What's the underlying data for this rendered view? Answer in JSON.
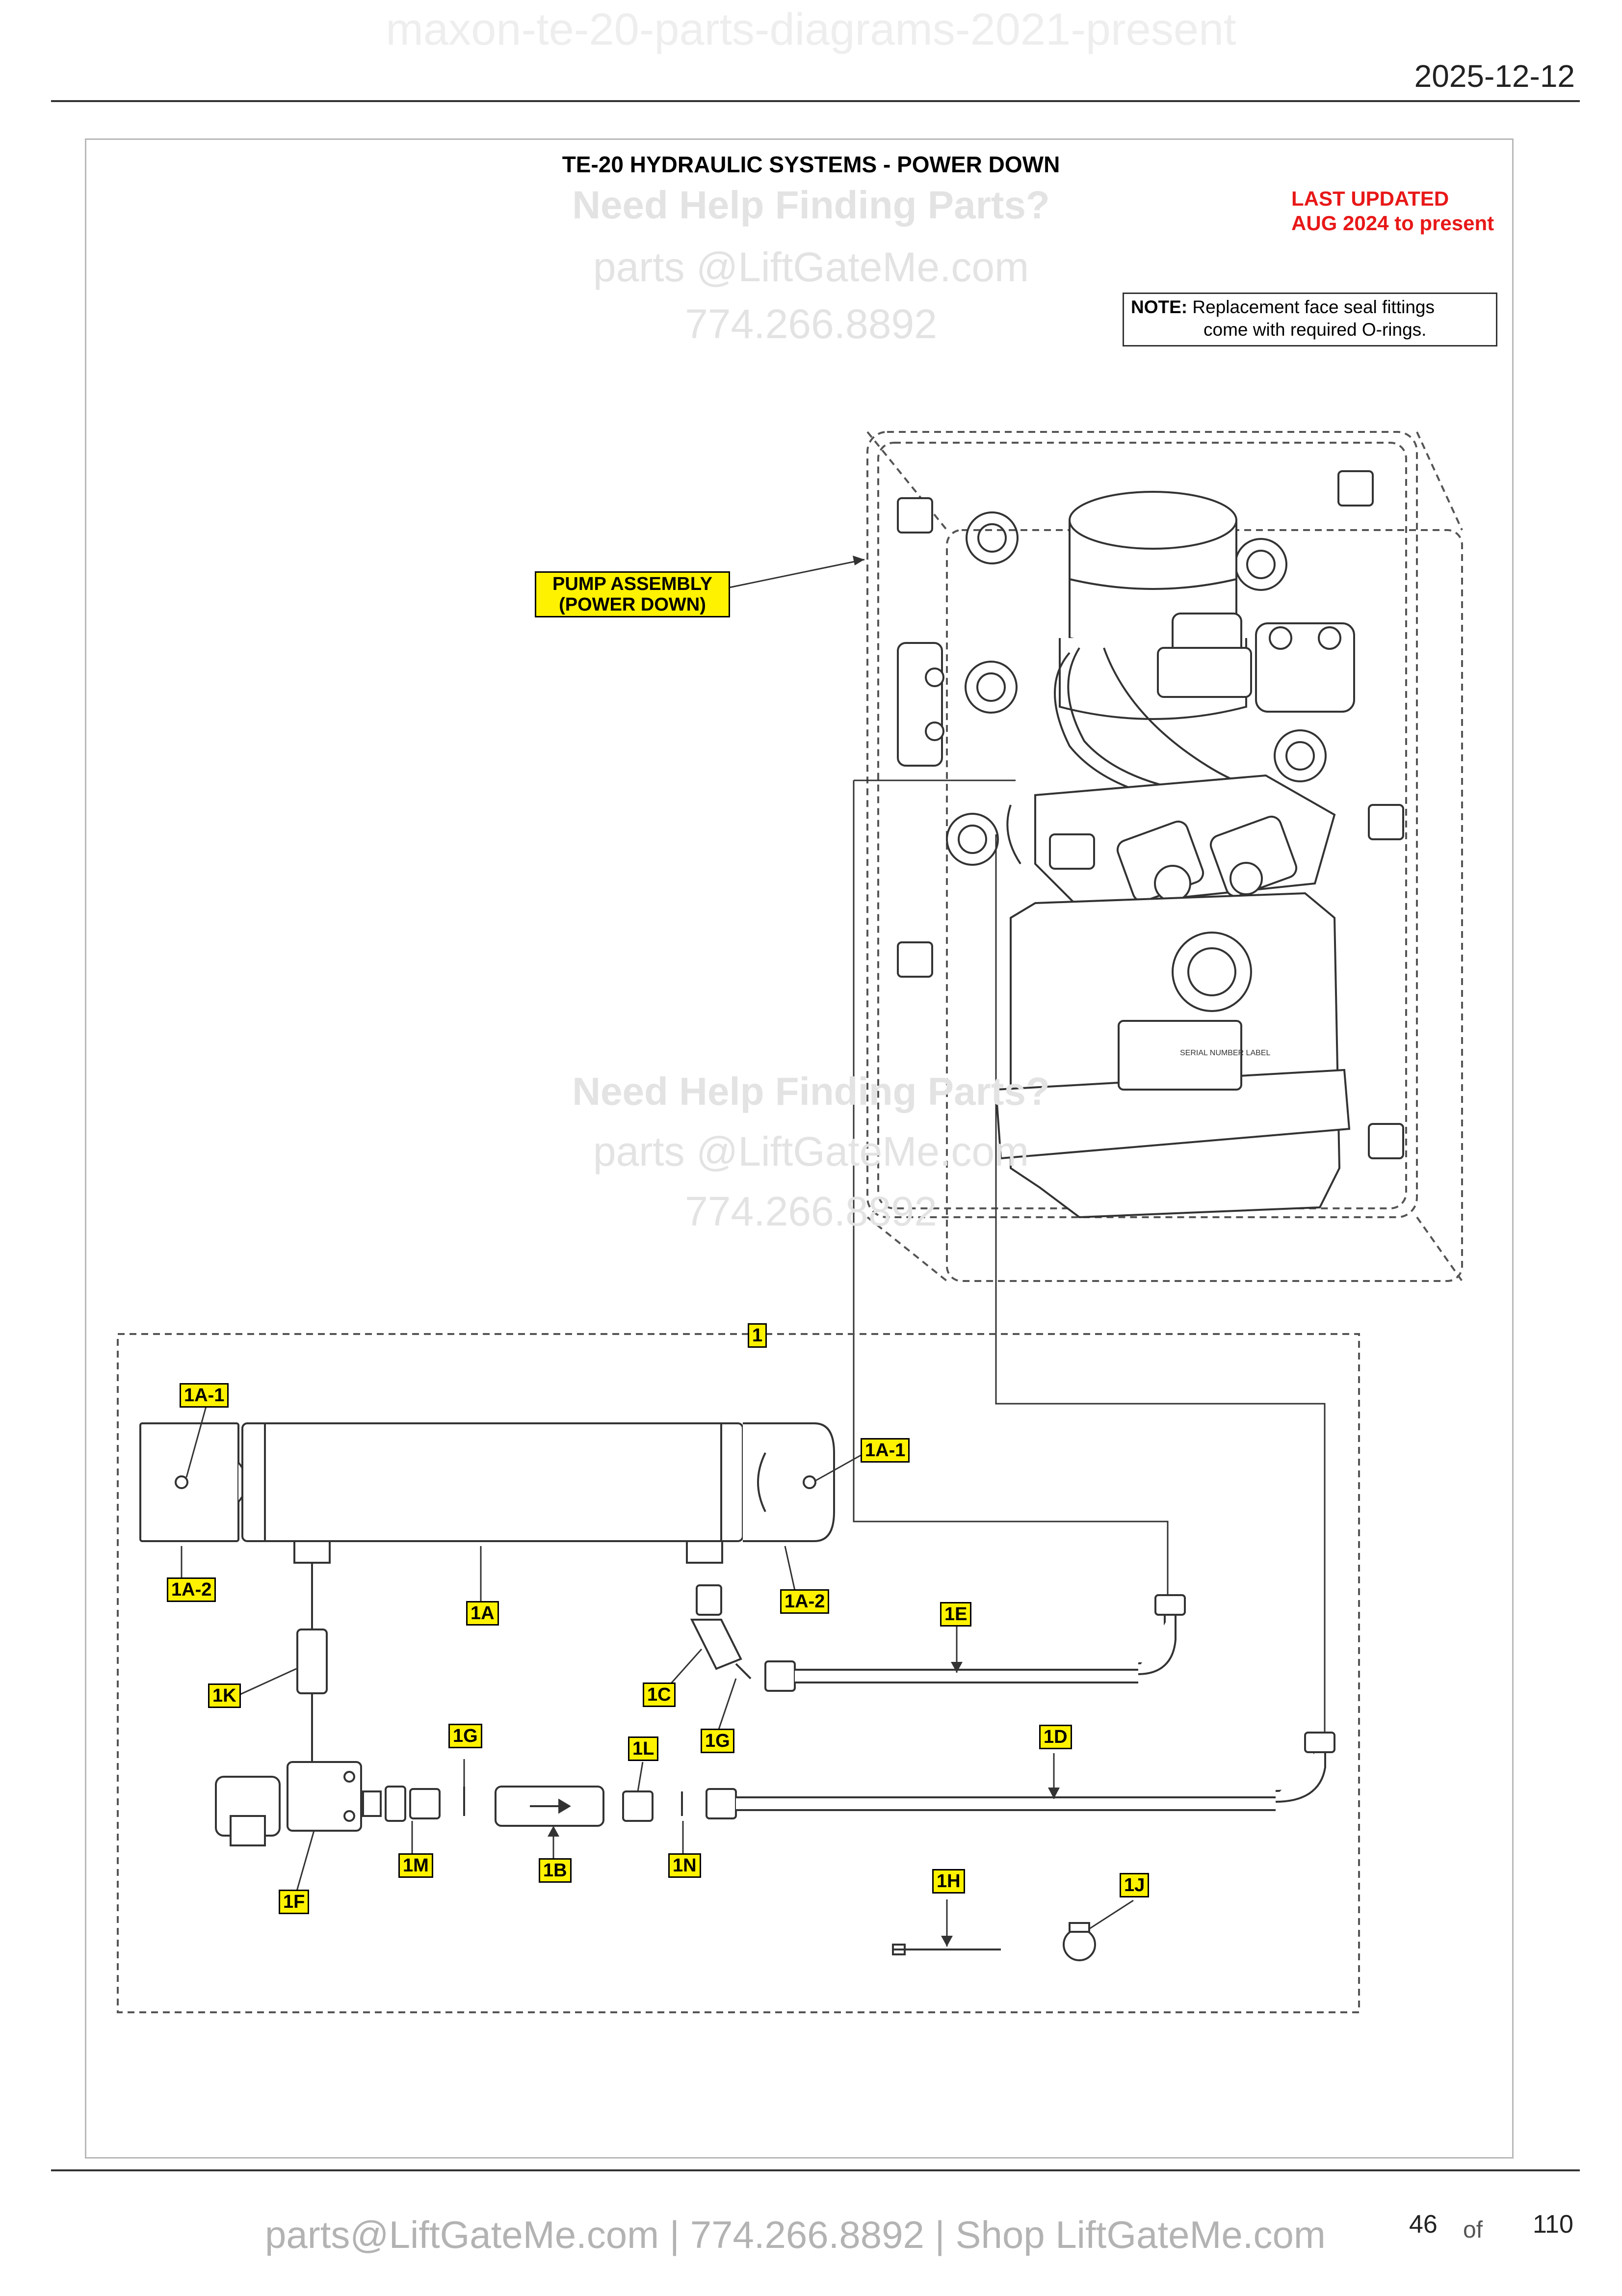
{
  "header": {
    "watermark": "maxon-te-20-parts-diagrams-2021-present",
    "date": "2025-12-12"
  },
  "diagram": {
    "title": "TE-20 HYDRAULIC SYSTEMS - POWER DOWN",
    "watermark_help": "Need Help Finding Parts?",
    "watermark_email": "parts @LiftGateMe.com",
    "watermark_phone": "774.266.8892",
    "last_updated": {
      "line1": "LAST UPDATED",
      "line2": "AUG 2024 to present"
    },
    "note": {
      "label": "NOTE:",
      "line1": "Replacement face seal fittings",
      "line2": "come with required O-rings."
    },
    "pump_label": {
      "line1": "PUMP ASSEMBLY",
      "line2": "(POWER DOWN)"
    },
    "serial_label": "SERIAL NUMBER LABEL",
    "callouts": {
      "c1": "1",
      "c1A1_left": "1A-1",
      "c1A1_right": "1A-1",
      "c1A2_left": "1A-2",
      "c1A": "1A",
      "c1A2_right": "1A-2",
      "c1E": "1E",
      "c1K": "1K",
      "c1C": "1C",
      "c1G_right": "1G",
      "c1G_left": "1G",
      "c1L": "1L",
      "c1D": "1D",
      "c1M": "1M",
      "c1B": "1B",
      "c1N": "1N",
      "c1F": "1F",
      "c1H": "1H",
      "c1J": "1J"
    }
  },
  "footer": {
    "contact": "parts@LiftGateMe.com | 774.266.8892 | Shop LiftGateMe.com",
    "page_current": "46",
    "page_of": "of",
    "page_total": "110"
  }
}
